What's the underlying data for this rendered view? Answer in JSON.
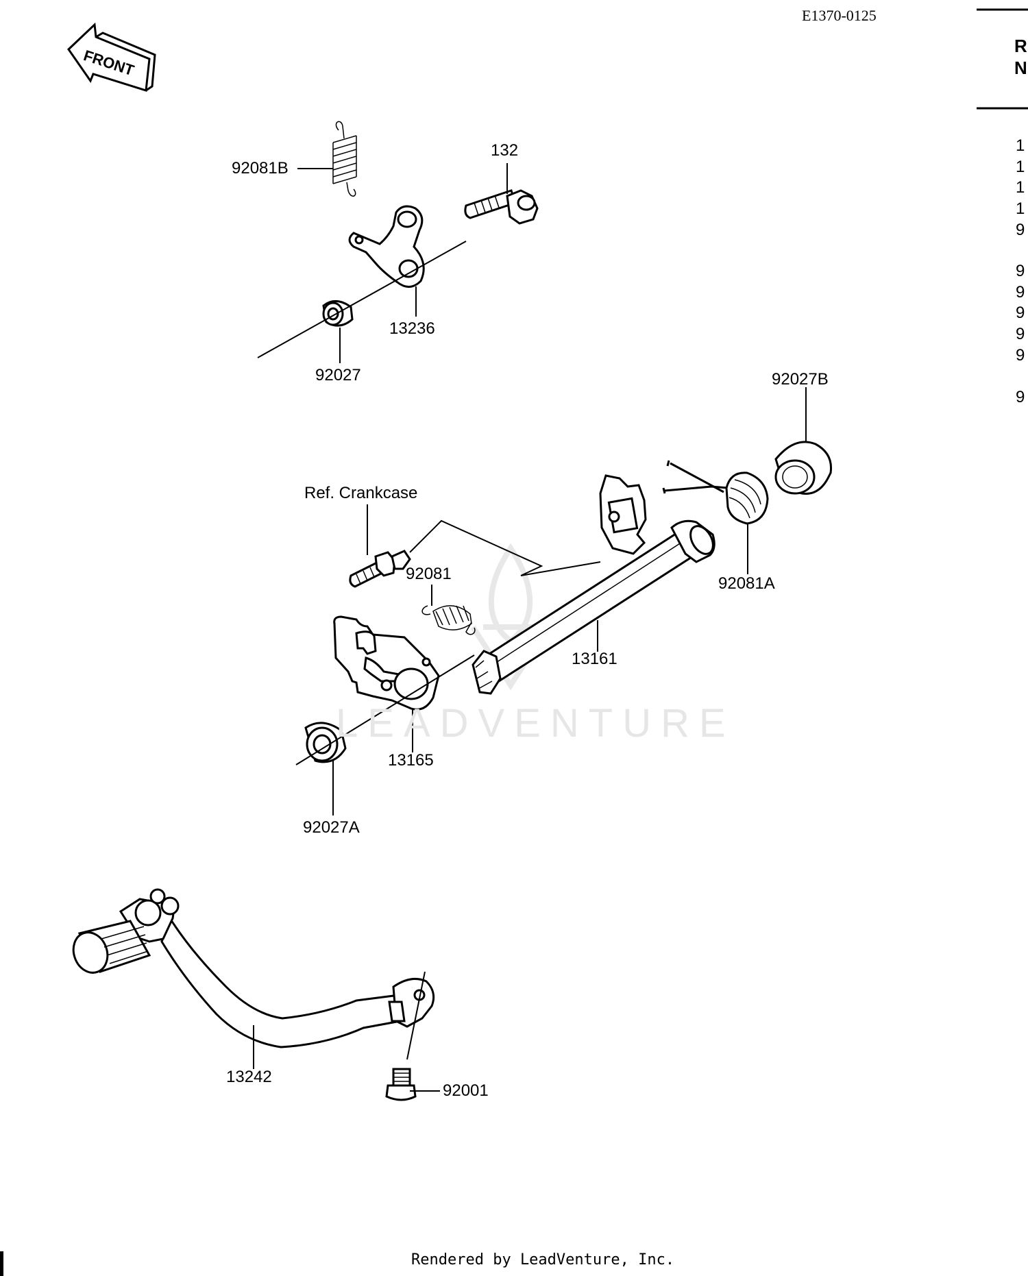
{
  "header": {
    "diagram_code": "E1370-0125",
    "front_label": "FRONT"
  },
  "right_column": {
    "header_lines": [
      "R",
      "N"
    ],
    "row_numbers": [
      "1",
      "1",
      "1",
      "1",
      "9",
      "9",
      "9",
      "9",
      "9",
      "9",
      "9"
    ]
  },
  "parts": {
    "p92081B": "92081B",
    "p132": "132",
    "p13236": "13236",
    "p92027": "92027",
    "p92027B": "92027B",
    "ref_crankcase": "Ref. Crankcase",
    "p92081": "92081",
    "p92081A": "92081A",
    "p13161": "13161",
    "p13165": "13165",
    "p92027A": "92027A",
    "p13242": "13242",
    "p92001": "92001"
  },
  "watermark": "LEADVENTURE",
  "footer": "Rendered by LeadVenture, Inc."
}
